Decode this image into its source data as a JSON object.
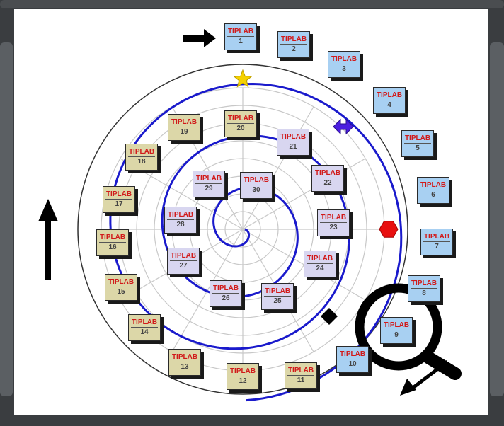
{
  "diagram": {
    "brand_text": "TIPLAB",
    "colors": {
      "ring": "#333333",
      "spiral": "#1a1acc",
      "grid": "#c8c8c8",
      "outer_tile": "#a8d0f2",
      "inner_tile": "#d8d6f0",
      "mid_tile": "#dcd7a8",
      "tile_text": "#d11a1a",
      "star": "#f5d100",
      "hexagon": "#e81010",
      "double_arrow": "#4b1ee0",
      "diamond": "#000000"
    },
    "icons": [
      "arrow-right-icon",
      "arrow-up-icon",
      "arrow-down-left-icon",
      "magnifier-icon",
      "star-icon",
      "double-arrow-icon",
      "hexagon-icon",
      "diamond-icon"
    ],
    "tiles": [
      {
        "num": "1",
        "ring": "outer"
      },
      {
        "num": "2",
        "ring": "outer"
      },
      {
        "num": "3",
        "ring": "outer"
      },
      {
        "num": "4",
        "ring": "outer"
      },
      {
        "num": "5",
        "ring": "outer"
      },
      {
        "num": "6",
        "ring": "outer"
      },
      {
        "num": "7",
        "ring": "outer"
      },
      {
        "num": "8",
        "ring": "outer"
      },
      {
        "num": "9",
        "ring": "outer"
      },
      {
        "num": "10",
        "ring": "outer"
      },
      {
        "num": "11",
        "ring": "mid"
      },
      {
        "num": "12",
        "ring": "mid"
      },
      {
        "num": "13",
        "ring": "mid"
      },
      {
        "num": "14",
        "ring": "mid"
      },
      {
        "num": "15",
        "ring": "mid"
      },
      {
        "num": "16",
        "ring": "mid"
      },
      {
        "num": "17",
        "ring": "mid"
      },
      {
        "num": "18",
        "ring": "mid"
      },
      {
        "num": "19",
        "ring": "mid"
      },
      {
        "num": "20",
        "ring": "mid"
      },
      {
        "num": "21",
        "ring": "inner"
      },
      {
        "num": "22",
        "ring": "inner"
      },
      {
        "num": "23",
        "ring": "inner"
      },
      {
        "num": "24",
        "ring": "inner"
      },
      {
        "num": "25",
        "ring": "inner"
      },
      {
        "num": "26",
        "ring": "inner"
      },
      {
        "num": "27",
        "ring": "inner"
      },
      {
        "num": "28",
        "ring": "inner"
      },
      {
        "num": "29",
        "ring": "inner"
      },
      {
        "num": "30",
        "ring": "inner"
      }
    ]
  }
}
